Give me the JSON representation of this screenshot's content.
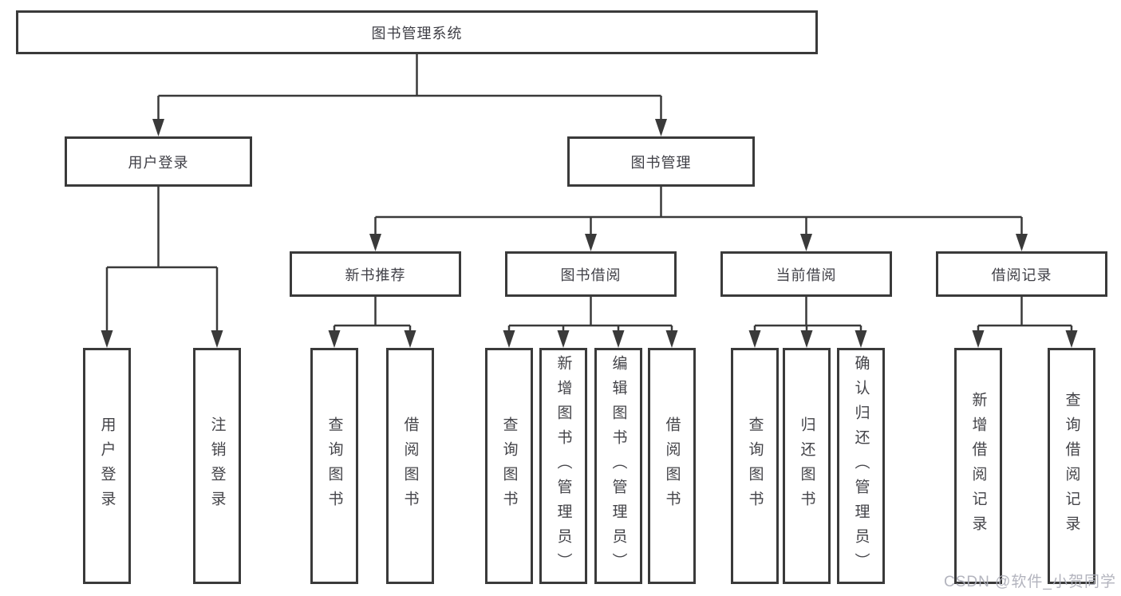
{
  "diagram": {
    "root": {
      "label": "图书管理系统",
      "children": [
        {
          "label": "用户登录",
          "children": [
            {
              "label": "用户登录"
            },
            {
              "label": "注销登录"
            }
          ]
        },
        {
          "label": "图书管理",
          "children": [
            {
              "label": "新书推荐",
              "children": [
                {
                  "label": "查询图书"
                },
                {
                  "label": "借阅图书"
                }
              ]
            },
            {
              "label": "图书借阅",
              "children": [
                {
                  "label": "查询图书"
                },
                {
                  "label": "新增图书（管理员）"
                },
                {
                  "label": "编辑图书（管理员）"
                },
                {
                  "label": "借阅图书"
                }
              ]
            },
            {
              "label": "当前借阅",
              "children": [
                {
                  "label": "查询图书"
                },
                {
                  "label": "归还图书"
                },
                {
                  "label": "确认归还（管理员）"
                }
              ]
            },
            {
              "label": "借阅记录",
              "children": [
                {
                  "label": "新增借阅记录"
                },
                {
                  "label": "查询借阅记录"
                }
              ]
            }
          ]
        }
      ]
    }
  },
  "watermark": {
    "text": "CSDN @软件_小贺同学"
  },
  "colors": {
    "line": "#3a3a3a",
    "box_border": "#3a3a3a",
    "text": "#3f3f46",
    "watermark": "#acaeb8",
    "background": "#ffffff"
  }
}
